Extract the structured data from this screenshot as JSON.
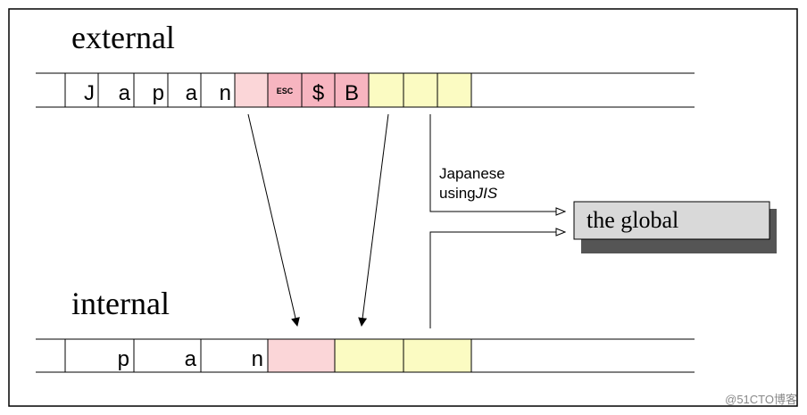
{
  "labels": {
    "external": "external",
    "internal": "internal",
    "note_line1": "Japanese",
    "note_line2_prefix": "using",
    "note_line2_em": "JIS",
    "box": "the global",
    "watermark": "@51CTO博客"
  },
  "external_cells": [
    "J",
    "a",
    "p",
    "a",
    "n",
    "",
    "ESC",
    "$",
    "B",
    "",
    "",
    ""
  ],
  "internal_cells": [
    "p",
    "a",
    "n",
    "",
    "",
    ""
  ],
  "colors": {
    "pink_light": "#fbd6d8",
    "pink": "#f7b5c0",
    "yellow": "#fbfbc2",
    "box": "#d9d9d9",
    "shadow": "#555555"
  }
}
